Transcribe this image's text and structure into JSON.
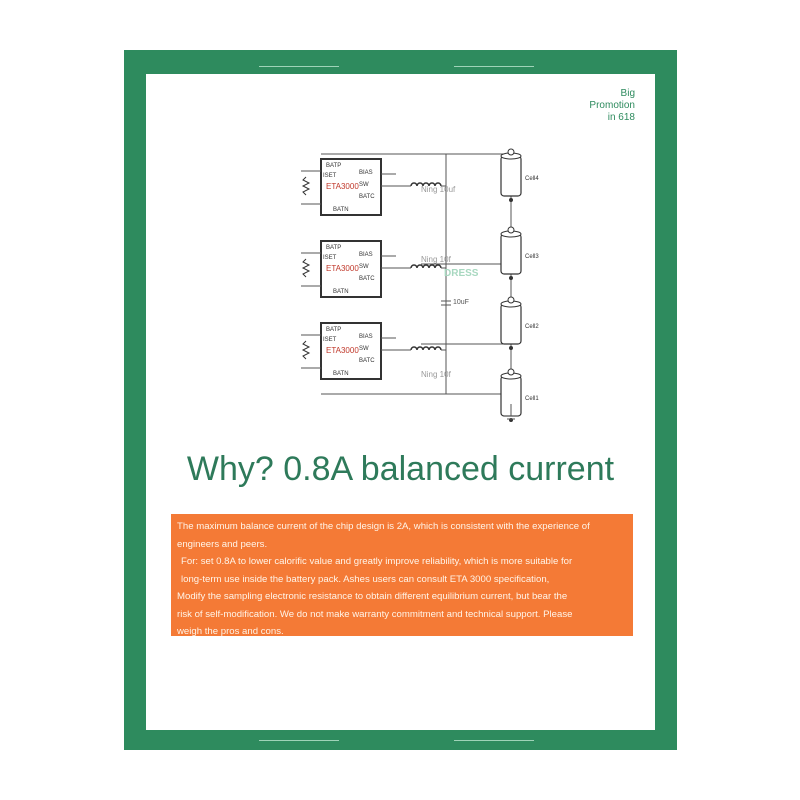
{
  "promo": {
    "line1": "Big",
    "line2": "Promotion",
    "line3": "in 618"
  },
  "schematic": {
    "chips": [
      {
        "name": "ETA3000",
        "pins": [
          "BATP",
          "BIAS",
          "SW",
          "BATC",
          "BATN",
          "ISET"
        ]
      },
      {
        "name": "ETA3000",
        "pins": [
          "BATP",
          "BIAS",
          "SW",
          "BATC",
          "BATN",
          "ISET"
        ]
      },
      {
        "name": "ETA3000",
        "pins": [
          "BATP",
          "BIAS",
          "SW",
          "BATC",
          "BATN",
          "ISET"
        ]
      }
    ],
    "caps": [
      "Ning 10uf",
      "Ning 10f",
      "10uF",
      "Ning 10f"
    ],
    "cells": [
      "Cell4",
      "Cell3",
      "Cell2",
      "Cell1"
    ],
    "watermark": "DRESS"
  },
  "headline": "Why? 0.8A balanced current",
  "note": {
    "lines": [
      "The maximum balance current of the chip design is 2A, which is consistent with the experience of",
      "engineers and peers.",
      "For: set 0.8A to lower calorific value and greatly improve reliability, which is more suitable for",
      "long-term use inside the battery pack. Ashes users can consult ETA 3000 specification,",
      "Modify the sampling electronic resistance to obtain different equilibrium current, but bear the",
      "risk of self-modification. We do not make warranty commitment and technical support. Please",
      "weigh the pros and cons."
    ]
  },
  "colors": {
    "frame": "#2e8b5e",
    "headline": "#2e7a5a",
    "note_bg": "#f47a36",
    "chip_label": "#c0392b"
  }
}
